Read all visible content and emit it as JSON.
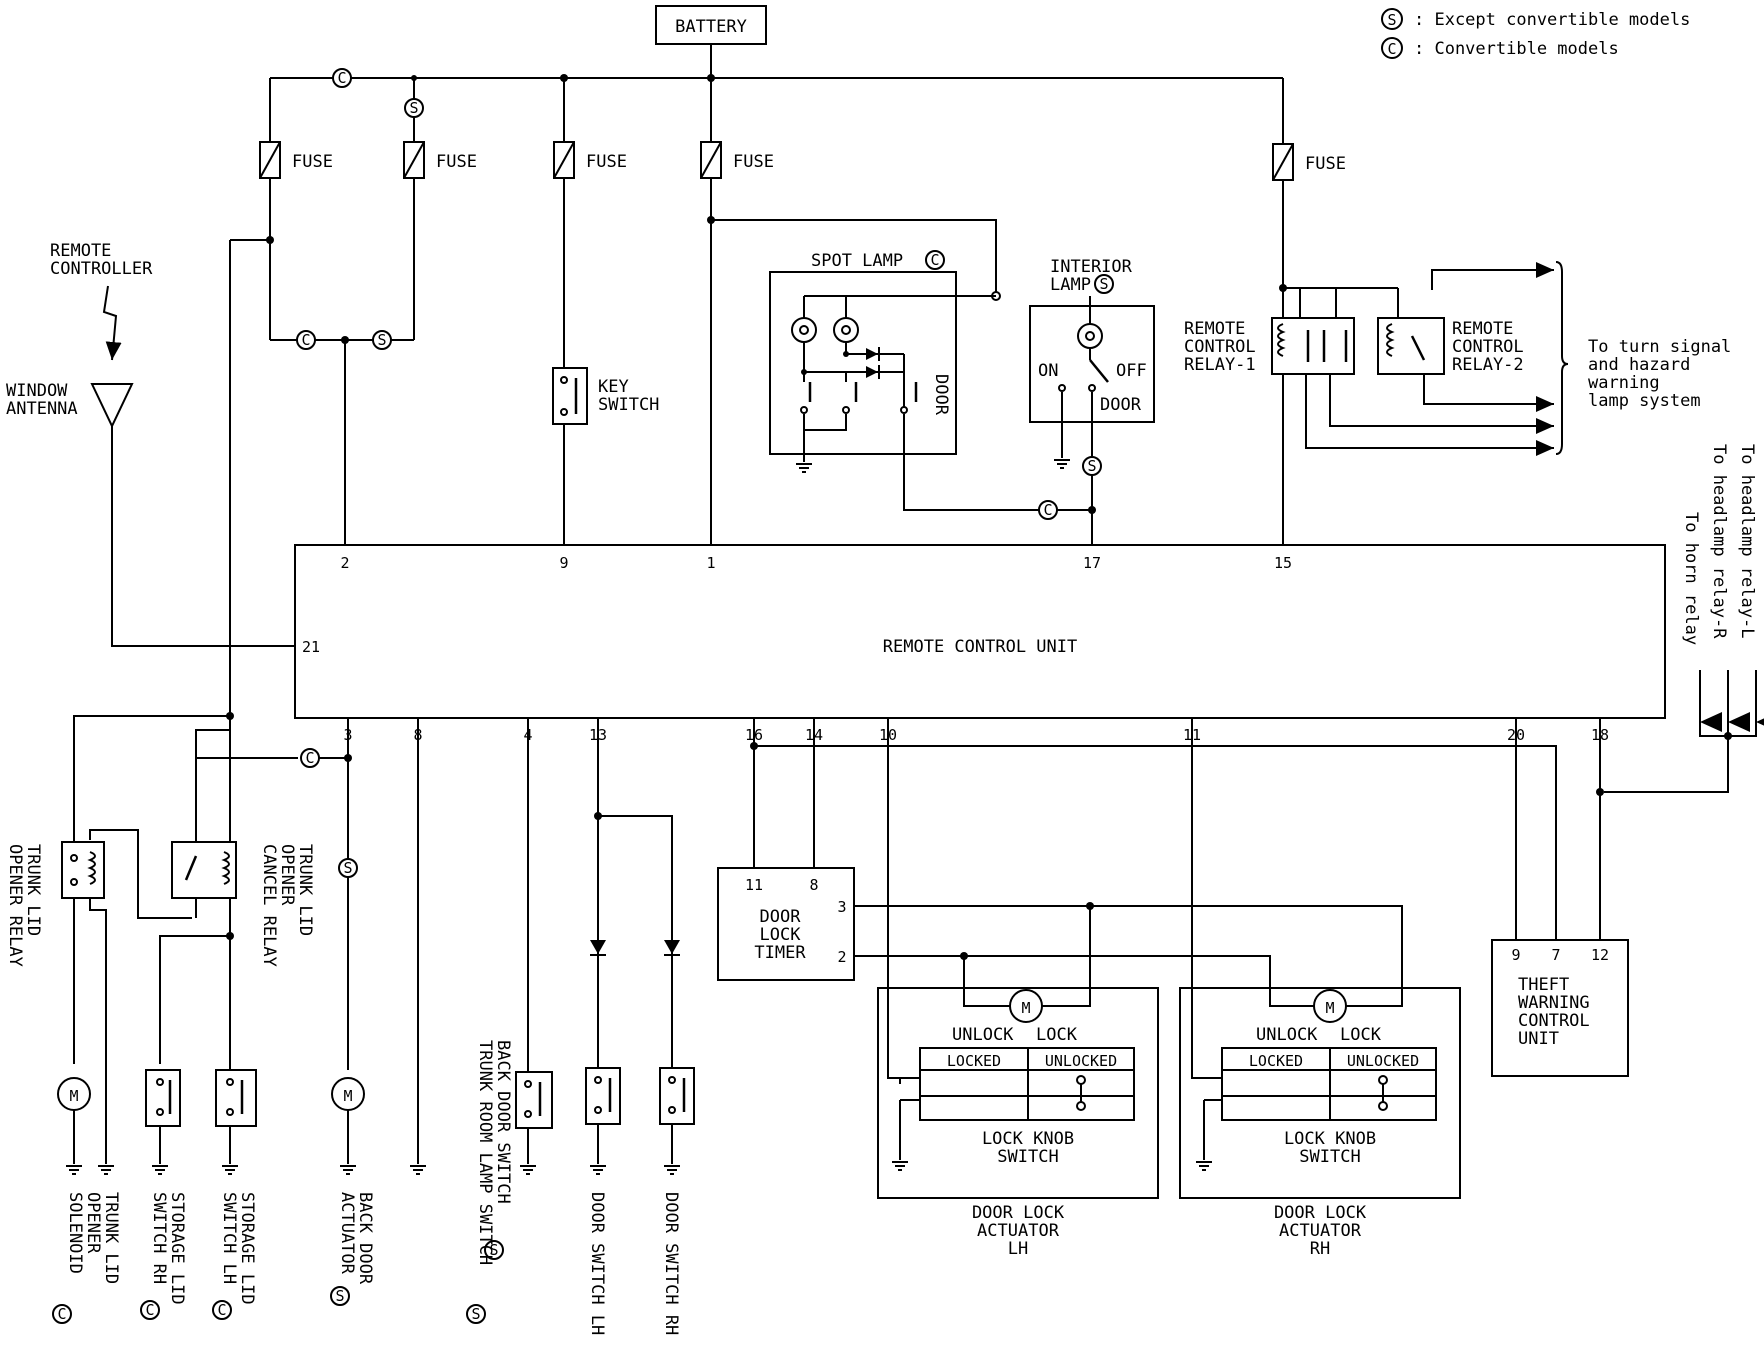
{
  "legend": {
    "s_marker": "S",
    "c_marker": "C",
    "s_text": ": Except convertible models",
    "c_text": ": Convertible models"
  },
  "battery": "BATTERY",
  "fuse_label": "FUSE",
  "markers": {
    "s": "S",
    "c": "C"
  },
  "components": {
    "remote_controller": [
      "REMOTE",
      "CONTROLLER"
    ],
    "window_antenna": [
      "WINDOW",
      "ANTENNA"
    ],
    "key_switch": [
      "KEY",
      "SWITCH"
    ],
    "spot_lamp": "SPOT LAMP",
    "door": "DOOR",
    "interior_lamp": [
      "INTERIOR",
      "LAMP"
    ],
    "on": "ON",
    "off": "OFF",
    "relay1": [
      "REMOTE",
      "CONTROL",
      "RELAY-1"
    ],
    "relay2": [
      "REMOTE",
      "CONTROL",
      "RELAY-2"
    ],
    "turn_signal": [
      "To turn signal",
      "and hazard",
      "warning",
      "lamp system"
    ],
    "headlamp_l": "To headlamp relay-L",
    "headlamp_r": "To headlamp relay-R",
    "horn_relay": "To horn relay",
    "rcu": "REMOTE CONTROL UNIT",
    "door_lock_timer": [
      "DOOR",
      "LOCK",
      "TIMER"
    ],
    "theft_unit": [
      "THEFT",
      "WARNING",
      "CONTROL",
      "UNIT"
    ],
    "unlock": "UNLOCK",
    "lock": "LOCK",
    "locked": "LOCKED",
    "unlocked": "UNLOCKED",
    "lock_knob_switch": [
      "LOCK KNOB",
      "SWITCH"
    ],
    "door_lock_actuator_lh": [
      "DOOR LOCK",
      "ACTUATOR",
      "LH"
    ],
    "door_lock_actuator_rh": [
      "DOOR LOCK",
      "ACTUATOR",
      "RH"
    ],
    "motor": "M"
  },
  "pins": {
    "top": [
      "2",
      "9",
      "1",
      "17",
      "15"
    ],
    "left": "21",
    "bottom": [
      "3",
      "8",
      "4",
      "13",
      "16",
      "14",
      "10",
      "11",
      "20",
      "18"
    ],
    "timer": [
      "11",
      "8",
      "3",
      "2"
    ],
    "theft": [
      "9",
      "7",
      "12"
    ]
  },
  "vertical_labels": {
    "trunk_lid_opener_relay": [
      "TRUNK LID",
      "OPENER RELAY"
    ],
    "trunk_lid_opener_cancel_relay": [
      "TRUNK LID",
      "OPENER",
      "CANCEL RELAY"
    ],
    "trunk_lid_opener_solenoid": [
      "TRUNK LID",
      "OPENER",
      "SOLENOID"
    ],
    "storage_lid_switch_rh": [
      "STORAGE LID",
      "SWITCH RH"
    ],
    "storage_lid_switch_lh": [
      "STORAGE LID",
      "SWITCH LH"
    ],
    "back_door_actuator": [
      "BACK DOOR",
      "ACTUATOR"
    ],
    "back_door_switch": "BACK DOOR SWITCH",
    "trunk_room_lamp_switch": "TRUNK ROOM LAMP SWITCH",
    "door_switch_lh": "DOOR SWITCH LH",
    "door_switch_rh": "DOOR SWITCH RH"
  }
}
